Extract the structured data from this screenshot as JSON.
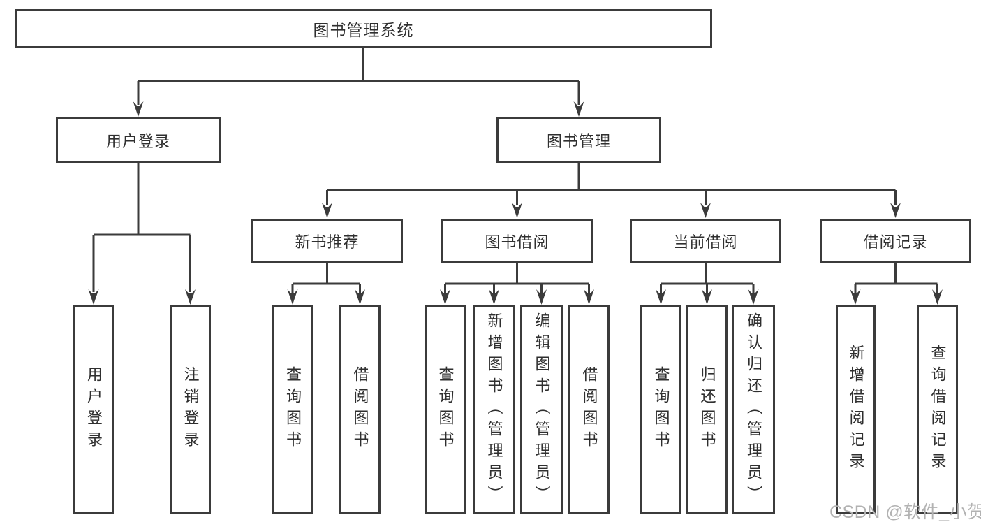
{
  "diagram": {
    "root": {
      "label": "图书管理系统"
    },
    "level2": [
      {
        "label": "用户登录",
        "children": [
          "用户登录",
          "注销登录"
        ]
      },
      {
        "label": "图书管理",
        "children": [
          {
            "label": "新书推荐",
            "children": [
              "查询图书",
              "借阅图书"
            ]
          },
          {
            "label": "图书借阅",
            "children": [
              "查询图书",
              "新增图书（管理员）",
              "编辑图书（管理员）",
              "借阅图书"
            ]
          },
          {
            "label": "当前借阅",
            "children": [
              "查询图书",
              "归还图书",
              "确认归还（管理员）"
            ]
          },
          {
            "label": "借阅记录",
            "children": [
              "新增借阅记录",
              "查询借阅记录"
            ]
          }
        ]
      }
    ]
  },
  "watermark": {
    "text": "CSDN @软件_小贺同学"
  },
  "colors": {
    "line": "#3b3b3b",
    "text": "#2f2f2f",
    "watermark": "#b2b2b2",
    "background": "#ffffff"
  }
}
